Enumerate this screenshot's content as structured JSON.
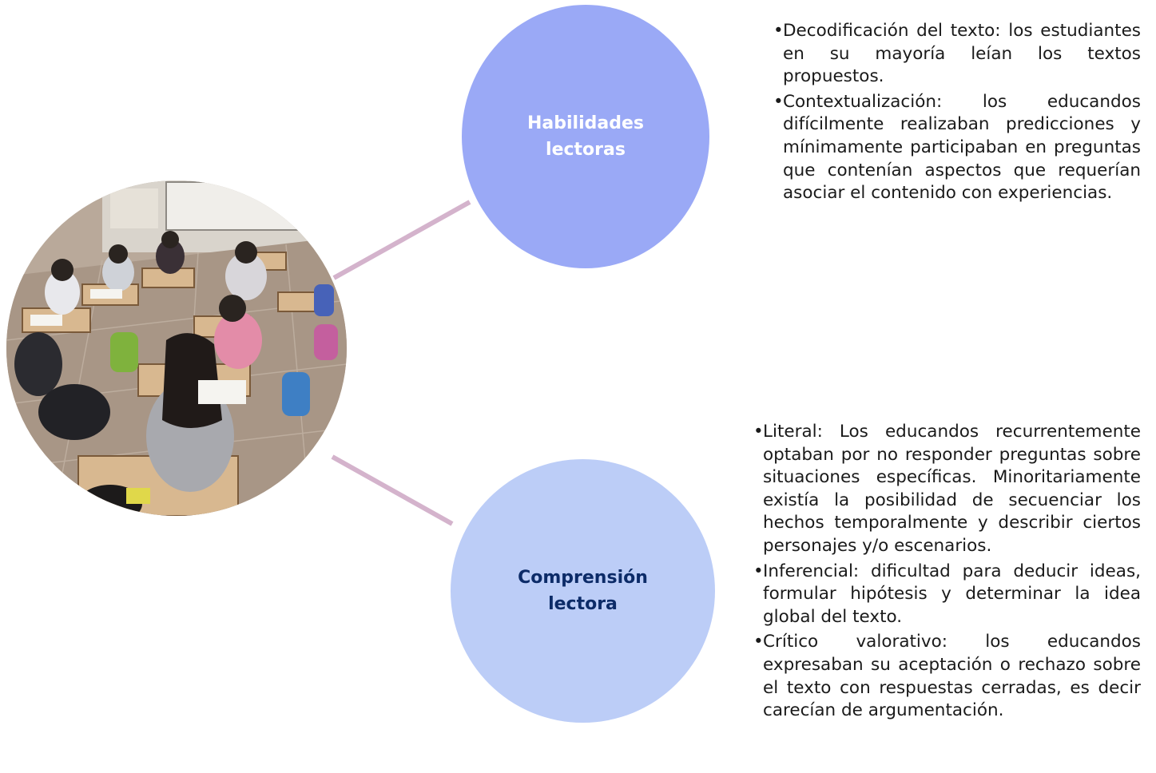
{
  "diagram": {
    "nodes": [
      {
        "id": "habilidades",
        "label_line1": "Habilidades",
        "label_line2": "lectoras",
        "fill": "#9aa9f6",
        "text_color": "#ffffff"
      },
      {
        "id": "comprension",
        "label_line1": "Comprensión",
        "label_line2": "lectora",
        "fill": "#bccdf7",
        "text_color": "#0c2b68"
      }
    ],
    "connector_color": "#d4b3cc",
    "bullet": "•",
    "notes_habilidades": [
      "Decodificación del texto: los estudiantes en su mayoría leían los textos propuestos.",
      "Contextualización: los educandos difícilmente realizaban predicciones y mínimamente participaban en preguntas que contenían aspectos que requerían asociar el contenido con experiencias."
    ],
    "notes_comprension": [
      "Literal: Los educandos recurrentemente optaban por no responder preguntas sobre situaciones específicas. Minoritariamente existía la posibilidad de secuenciar los hechos temporalmente y describir ciertos personajes y/o escenarios.",
      "Inferencial: dificultad para deducir ideas, formular hipótesis y determinar la idea global del texto.",
      "Crítico valorativo: los educandos expresaban su aceptación o rechazo sobre el texto con respuestas cerradas, es decir carecían de argumentación."
    ]
  }
}
